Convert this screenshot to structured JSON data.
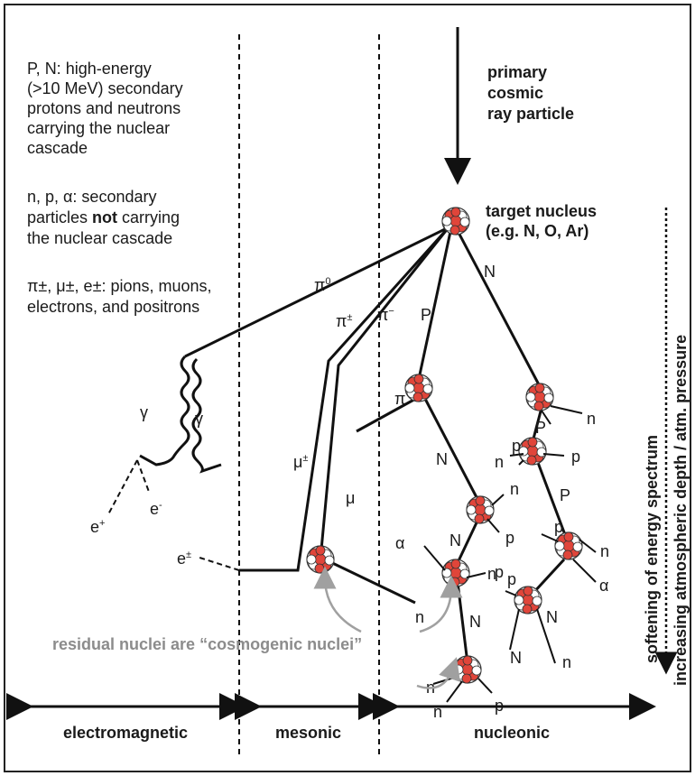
{
  "legend": {
    "nucleon_lines": [
      "P, N: high-energy",
      "(>10 MeV) secondary",
      "protons and neutrons",
      "carrying the nuclear",
      "cascade"
    ],
    "secondary_prefix": "n, p, α: secondary",
    "secondary_line2_pre": "particles ",
    "secondary_line2_bold": "not",
    "secondary_line2_post": " carrying",
    "secondary_line3": "the nuclear cascade",
    "meson_line1": "π±, μ±, e±: pions, muons,",
    "meson_line2": "electrons, and positrons"
  },
  "primary": [
    "primary",
    "cosmic",
    "ray particle"
  ],
  "target": [
    "target nucleus",
    "(e.g. N, O, Ar)"
  ],
  "side_axis": {
    "line1": "softening of energy spectrum",
    "line2": "increasing atmospheric depth / atm. pressure"
  },
  "residual_note": "residual nuclei are “cosmogenic nuclei”",
  "regions": [
    "electromagnetic",
    "mesonic",
    "nucleonic"
  ],
  "particles": {
    "pi0": "π",
    "pi0_sup": "0",
    "pipm": "π",
    "pipm_sup": "±",
    "pim": "π",
    "pim_sup": "−",
    "P": "P",
    "N": "N",
    "n": "n",
    "p": "p",
    "gamma": "γ",
    "alpha": "α",
    "mu": "μ",
    "mupm": "μ",
    "mupm_sup": "±",
    "pi": "π",
    "eplus": "e",
    "eplus_sup": "+",
    "eminus": "e",
    "eminus_sup": "-",
    "epm": "e",
    "epm_sup": "±"
  },
  "colors": {
    "nucleus_red": "#e0453a",
    "nucleus_white": "#ffffff",
    "arrow_gray": "#a0a0a0",
    "frame": "#222222"
  }
}
